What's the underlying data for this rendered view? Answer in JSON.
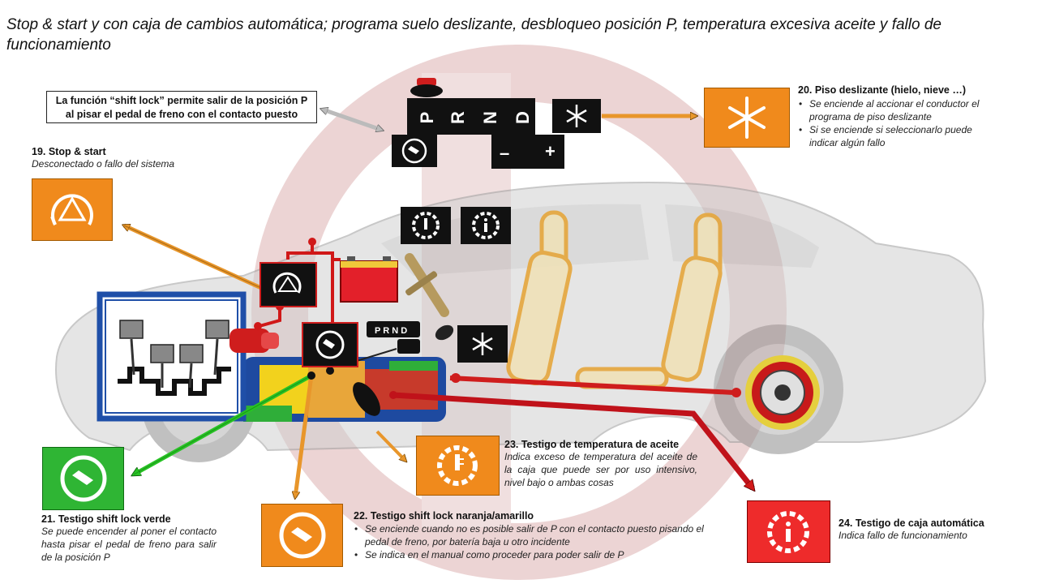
{
  "title": "Stop & start y con caja de cambios automática; programa suelo deslizante, desbloqueo posición P, temperatura excesiva aceite y fallo de funcionamiento",
  "shift_lock_note": "La función “shift lock” permite salir de la posición P al pisar el pedal de freno con el contacto puesto",
  "gear_selector": {
    "positions": [
      "P",
      "R",
      "N",
      "D"
    ],
    "minus": "–",
    "plus": "+"
  },
  "items": {
    "i19": {
      "heading": "19. Stop & start",
      "desc": "Desconectado o fallo del sistema",
      "icon": "stop-start-warning-icon",
      "color": "#f08a1c"
    },
    "i20": {
      "heading": "20. Piso deslizante (hielo, nieve …)",
      "bullets": [
        "Se enciende al accionar el conductor el programa de piso deslizante",
        "Si se enciende si seleccionarlo puede indicar algún fallo"
      ],
      "icon": "snowflake-icon",
      "color": "#f08a1c"
    },
    "i21": {
      "heading": "21. Testigo shift lock verde",
      "desc": "Se puede encender al poner el contacto hasta pisar el pedal de freno para salir de la posición P",
      "icon": "foot-brake-icon",
      "color": "#2fb534"
    },
    "i22": {
      "heading": "22. Testigo shift lock naranja/amarillo",
      "bullets": [
        "Se enciende cuando no es posible salir de P con el contacto puesto pisando el pedal de freno, por batería baja u otro incidente",
        "Se indica en el manual como proceder para poder salir de P"
      ],
      "icon": "foot-brake-icon",
      "color": "#f08a1c"
    },
    "i23": {
      "heading": "23. Testigo de temperatura de aceite",
      "desc": "Indica exceso de temperatura del aceite de la caja que puede ser por uso intensivo, nivel bajo o ambas cosas",
      "icon": "gear-temperature-icon",
      "color": "#f08a1c"
    },
    "i24": {
      "heading": "24. Testigo de caja automática",
      "desc": "Indica fallo de funcionamiento",
      "icon": "gear-warning-icon",
      "color": "#ee2b2b"
    }
  },
  "colors": {
    "orange": "#f08a1c",
    "green": "#2fb534",
    "red": "#ee2b2b",
    "dark_red": "#c0121a",
    "watermark": "#d9a9a9"
  }
}
